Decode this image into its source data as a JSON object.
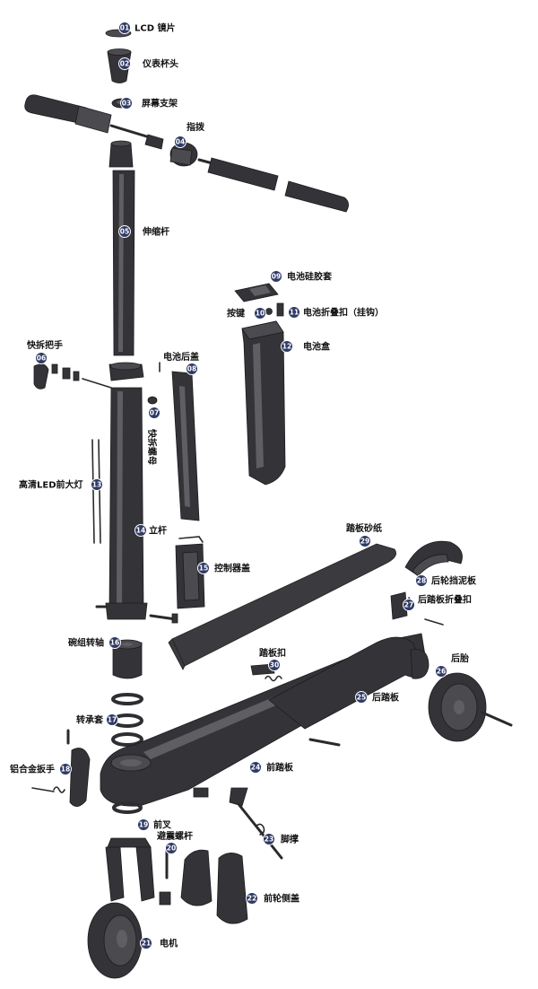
{
  "callouts": [
    {
      "num": "01",
      "label": "LCD 镜片"
    },
    {
      "num": "02",
      "label": "仪表杯头"
    },
    {
      "num": "03",
      "label": "屏幕支架"
    },
    {
      "num": "04",
      "label": "指拨"
    },
    {
      "num": "05",
      "label": "伸缩杆"
    },
    {
      "num": "06",
      "label": "快拆把手"
    },
    {
      "num": "07",
      "label": "快拆螺母"
    },
    {
      "num": "08",
      "label": "电池后盖"
    },
    {
      "num": "09",
      "label": "电池硅胶套"
    },
    {
      "num": "10",
      "label": "按键"
    },
    {
      "num": "11",
      "label": "电池折叠扣（挂钩）"
    },
    {
      "num": "12",
      "label": "电池盒"
    },
    {
      "num": "13",
      "label": "高清LED前大灯"
    },
    {
      "num": "14",
      "label": "立杆"
    },
    {
      "num": "15",
      "label": "控制器盖"
    },
    {
      "num": "16",
      "label": "碗组转轴"
    },
    {
      "num": "17",
      "label": "转承套"
    },
    {
      "num": "18",
      "label": "铝合金扳手"
    },
    {
      "num": "19",
      "label": "前叉"
    },
    {
      "num": "20",
      "label": "避震螺杆"
    },
    {
      "num": "21",
      "label": "电机"
    },
    {
      "num": "22",
      "label": "前轮侧盖"
    },
    {
      "num": "23",
      "label": "脚撑"
    },
    {
      "num": "24",
      "label": "前踏板"
    },
    {
      "num": "25",
      "label": "后踏板"
    },
    {
      "num": "26",
      "label": "后胎"
    },
    {
      "num": "27",
      "label": "后踏板折叠扣"
    },
    {
      "num": "28",
      "label": "后轮挡泥板"
    },
    {
      "num": "29",
      "label": "踏板砂纸"
    },
    {
      "num": "30",
      "label": "踏板扣"
    }
  ]
}
